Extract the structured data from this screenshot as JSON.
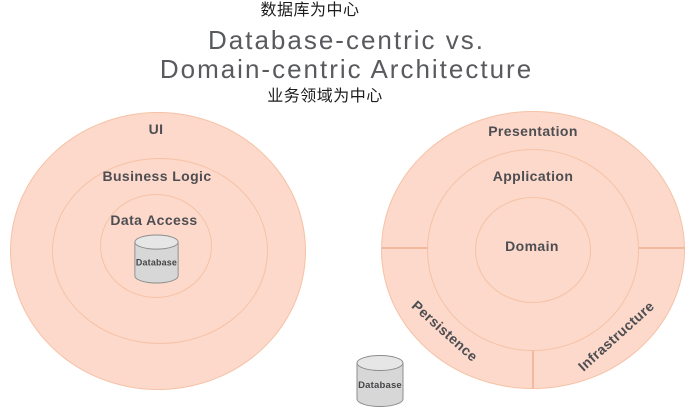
{
  "header": {
    "chinese_top": "数据库为中心",
    "title_line1": "Database-centric vs.",
    "title_line2": "Domain-centric Architecture",
    "chinese_bottom": "业务领域为中心"
  },
  "left_diagram": {
    "outer_ring_label": "UI",
    "middle_ring_label": "Business Logic",
    "inner_ring_label": "Data Access",
    "database_label": "Database"
  },
  "right_diagram": {
    "outer_ring_label": "Presentation",
    "middle_ring_label": "Application",
    "center_label": "Domain",
    "sector_bottom_left_label": "Persistence",
    "sector_bottom_right_label": "Infrastructure",
    "database_label": "Database"
  },
  "colors": {
    "circle_fill": "#fcd9cb",
    "ring_border": "#f6c2a6",
    "sector_divider": "#f3b99e",
    "ring_label_text": "#4e4e52",
    "title_text": "#595a5e",
    "chinese_text": "#1c1c1e",
    "cylinder_body": "#d7d7d7",
    "cylinder_top": "#e6e6e6",
    "cylinder_border": "#8d8d8d"
  }
}
